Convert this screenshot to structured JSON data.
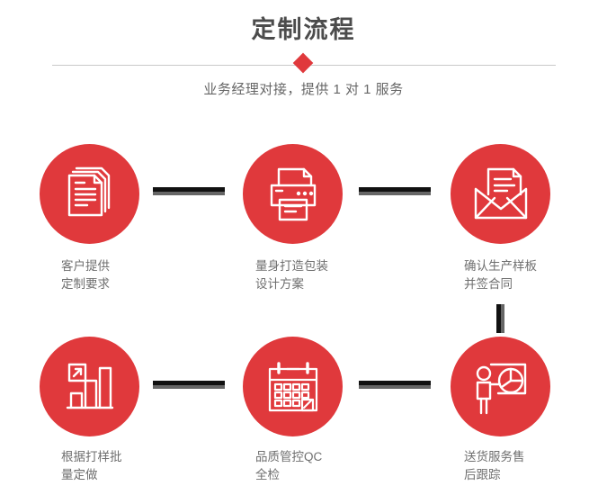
{
  "header": {
    "title": "定制流程",
    "subtitle": "业务经理对接，提供 1 对 1 服务",
    "divider_icon": "diamond-icon"
  },
  "theme": {
    "accent_red": "#e0393c",
    "title_gray": "#4c4c4c",
    "label_gray": "#6f6f6f",
    "connector_dark": "#111111",
    "connector_gray": "#666666",
    "divider_line": "#c9c9c9",
    "background": "#ffffff"
  },
  "steps": [
    {
      "index": 1,
      "icon": "documents-stack-icon",
      "label_line1": "客户提供",
      "label_line2": "定制要求",
      "label": "客户提供\n定制要求"
    },
    {
      "index": 2,
      "icon": "printer-icon",
      "label_line1": "量身打造包装",
      "label_line2": "设计方案",
      "label": "量身打造包装\n设计方案"
    },
    {
      "index": 3,
      "icon": "envelope-letter-icon",
      "label_line1": "确认生产样板",
      "label_line2": "并签合同",
      "label": "确认生产样板\n并签合同"
    },
    {
      "index": 4,
      "icon": "bar-chart-growth-icon",
      "label_line1": "根据打样批",
      "label_line2": "量定做",
      "label": "根据打样批\n量定做"
    },
    {
      "index": 5,
      "icon": "calendar-check-icon",
      "label_line1": "品质管控QC",
      "label_line2": "全检",
      "label": "品质管控QC\n全检"
    },
    {
      "index": 6,
      "icon": "presenter-piechart-icon",
      "label_line1": "送货服务售",
      "label_line2": "后跟踪",
      "label": "送货服务售\n后跟踪"
    }
  ],
  "connectors": [
    {
      "id": "hconn-1",
      "orientation": "horizontal",
      "from": 1,
      "to": 2
    },
    {
      "id": "hconn-2",
      "orientation": "horizontal",
      "from": 2,
      "to": 3
    },
    {
      "id": "vconn-1",
      "orientation": "vertical",
      "from": 3,
      "to": 6
    },
    {
      "id": "hconn-3",
      "orientation": "horizontal",
      "from": 4,
      "to": 5
    },
    {
      "id": "hconn-4",
      "orientation": "horizontal",
      "from": 5,
      "to": 6
    }
  ]
}
